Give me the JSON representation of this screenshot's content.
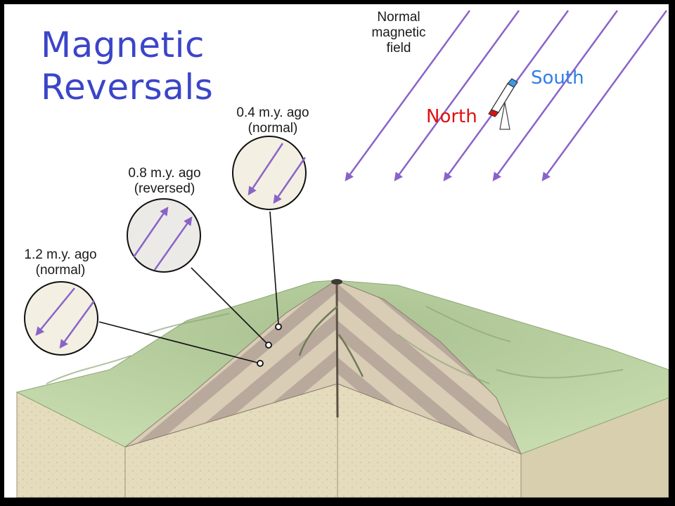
{
  "title": {
    "line1": "Magnetic",
    "line2": "Reversals"
  },
  "field": {
    "line1": "Normal",
    "line2": "magnetic",
    "line3": "field"
  },
  "compass": {
    "south": "South",
    "north": "North"
  },
  "samples": [
    {
      "age": "0.4 m.y. ago",
      "polarity": "(normal)"
    },
    {
      "age": "0.8 m.y. ago",
      "polarity": "(reversed)"
    },
    {
      "age": "1.2 m.y. ago",
      "polarity": "(normal)"
    }
  ],
  "colors": {
    "title": "#3b45c8",
    "south": "#2f7fe6",
    "north": "#e01010",
    "field_arrow": "#8a63c9",
    "terrain": "#b9d3a2",
    "rock_side": "#e4dcbc",
    "stripe_dark": "#b9a99c",
    "stripe_light": "#d9cdb5"
  }
}
